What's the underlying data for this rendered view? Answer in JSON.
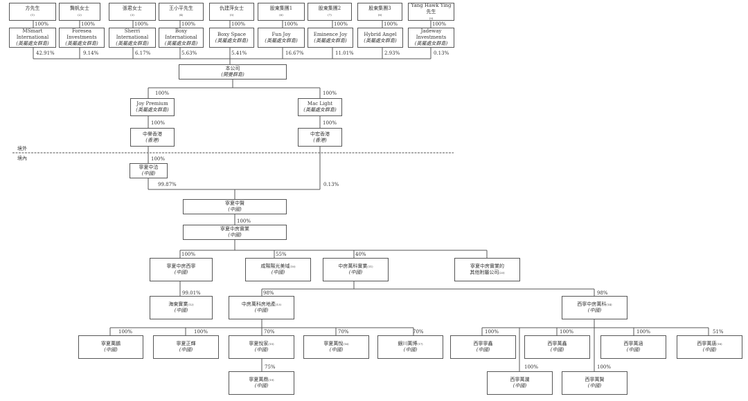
{
  "regions": {
    "offshore": "境外",
    "onshore": "境內"
  },
  "shareholders": [
    {
      "name": "方先生",
      "note": "(1)",
      "holding_pct": "100%",
      "vehicle": [
        "MSmart",
        "International"
      ],
      "jurisdiction": "(英屬處女群島)",
      "stake": "42.91%"
    },
    {
      "name": "龔帆女士",
      "note": "(2)",
      "holding_pct": "100%",
      "vehicle": [
        "Foresea",
        "Investments"
      ],
      "jurisdiction": "(英屬處女群島)",
      "stake": "9.14%"
    },
    {
      "name": "張君女士",
      "note": "(3)",
      "holding_pct": "100%",
      "vehicle": [
        "Sherri",
        "International"
      ],
      "jurisdiction": "(英屬處女群島)",
      "stake": "6.17%"
    },
    {
      "name": "王小平先生",
      "note": "(4)",
      "holding_pct": "100%",
      "vehicle": [
        "Boxy",
        "International"
      ],
      "jurisdiction": "(英屬處女群島)",
      "stake": "5.63%"
    },
    {
      "name": "仇建萍女士",
      "note": "(5)",
      "holding_pct": "100%",
      "vehicle": [
        "Boxy Space"
      ],
      "jurisdiction": "(英屬處女群島)",
      "stake": "5.41%"
    },
    {
      "name": "股東集團1",
      "note": "(6)",
      "holding_pct": "100%",
      "vehicle": [
        "Fun Joy"
      ],
      "jurisdiction": "(英屬處女群島)",
      "stake": "16.67%"
    },
    {
      "name": "股東集團2",
      "note": "(7)",
      "holding_pct": "100%",
      "vehicle": [
        "Eminence Joy"
      ],
      "jurisdiction": "(英屬處女群島)",
      "stake": "11.01%"
    },
    {
      "name": "股東集團3",
      "note": "(8)",
      "holding_pct": "100%",
      "vehicle": [
        "Hybrid Angel"
      ],
      "jurisdiction": "(英屬處女群島)",
      "stake": "2.93%"
    },
    {
      "name": "Yang Hawk Ying 先生",
      "note": "(9)",
      "holding_pct": "100%",
      "vehicle": [
        "Jadeway",
        "Investments"
      ],
      "jurisdiction": "(英屬處女群島)",
      "stake": "0.13%"
    }
  ],
  "entities": {
    "company": {
      "name": "本公司",
      "sub": "(開曼群島)"
    },
    "joy_premium": {
      "name": "Joy Premium",
      "sub": "(英屬處女群島)",
      "pct": "100%"
    },
    "mac_light": {
      "name": "Mac Light",
      "sub": "(英屬處女群島)",
      "pct": "100%"
    },
    "zhongyu_hk": {
      "name": "中譽香港",
      "sub": "(香港)",
      "pct": "100%"
    },
    "zhonghong_hk": {
      "name": "中宏香港",
      "sub": "(香港)",
      "pct": "100%"
    },
    "ningxia_zhongqia": {
      "name": "寧夏中洽",
      "sub": "(中國)",
      "pct": "100%"
    },
    "ningxia_zhongxian": {
      "name": "寧夏中賢",
      "sub": "(中國)",
      "pct_left": "99.87%",
      "pct_right": "0.13%"
    },
    "ningxia_zf_shiye": {
      "name": "寧夏中房實業",
      "sub": "(中國)",
      "pct": "100%"
    },
    "ningxia_zf_xining": {
      "name": "寧夏中房西寧",
      "sub": "(中國)",
      "pct": "100%"
    },
    "xianyang": {
      "name": "咸陽陽光美域",
      "note": "(10)",
      "sub": "(中國)",
      "pct": "55%"
    },
    "zf_wanke_shiye": {
      "name": "中房萬科實業",
      "note": "(11)",
      "sub": "(中國)",
      "pct": "40%"
    },
    "other_subs": {
      "name": "寧夏中房實業的",
      "name2": "其他附屬公司",
      "note": "(20)"
    },
    "haidong": {
      "name": "海東實業",
      "note": "(12)",
      "sub": "(中國)",
      "pct": "99.01%"
    },
    "zf_wanke_dichan": {
      "name": "中房萬科房地產",
      "note": "(13)",
      "sub": "(中國)",
      "pct": "98%"
    },
    "xining_zf_wanke": {
      "name": "西寧中房萬科",
      "note": "(14)",
      "sub": "(中國)",
      "pct": "98%"
    },
    "ningxia_wanpeng": {
      "name": "寧夏萬鵬",
      "sub": "(中國)",
      "pct": "100%"
    },
    "ningxia_zhenghui": {
      "name": "寧夏正輝",
      "sub": "(中國)",
      "pct": "100%"
    },
    "ningxia_yuejia": {
      "name": "寧夏悅家",
      "note": "(15)",
      "sub": "(中國)",
      "pct": "70%"
    },
    "ningxia_wanyue": {
      "name": "寧夏萬悅",
      "note": "(16)",
      "sub": "(中國)",
      "pct": "70%"
    },
    "yinchuan_wanbo": {
      "name": "銀川萬博",
      "note": "(17)",
      "sub": "(中國)",
      "pct": "70%"
    },
    "ningxia_wanding": {
      "name": "寧夏萬鼎",
      "note": "(19)",
      "sub": "(中國)",
      "pct": "75%"
    },
    "xining_ningxin": {
      "name": "西寧寧鑫",
      "sub": "(中國)",
      "pct": "100%"
    },
    "xining_wanxin": {
      "name": "西寧萬鑫",
      "sub": "(中國)",
      "pct": "100%"
    },
    "xining_wanhan": {
      "name": "西寧萬涵",
      "sub": "(中國)",
      "pct": "100%"
    },
    "xining_wantang": {
      "name": "西寧萬唐",
      "note": "(18)",
      "sub": "(中國)",
      "pct": "51%"
    },
    "xining_wanlan": {
      "name": "西寧萬瀾",
      "sub": "(中國)",
      "pct": "100%"
    },
    "xining_wanxian": {
      "name": "西寧萬賢",
      "sub": "(中國)",
      "pct": "100%"
    }
  }
}
